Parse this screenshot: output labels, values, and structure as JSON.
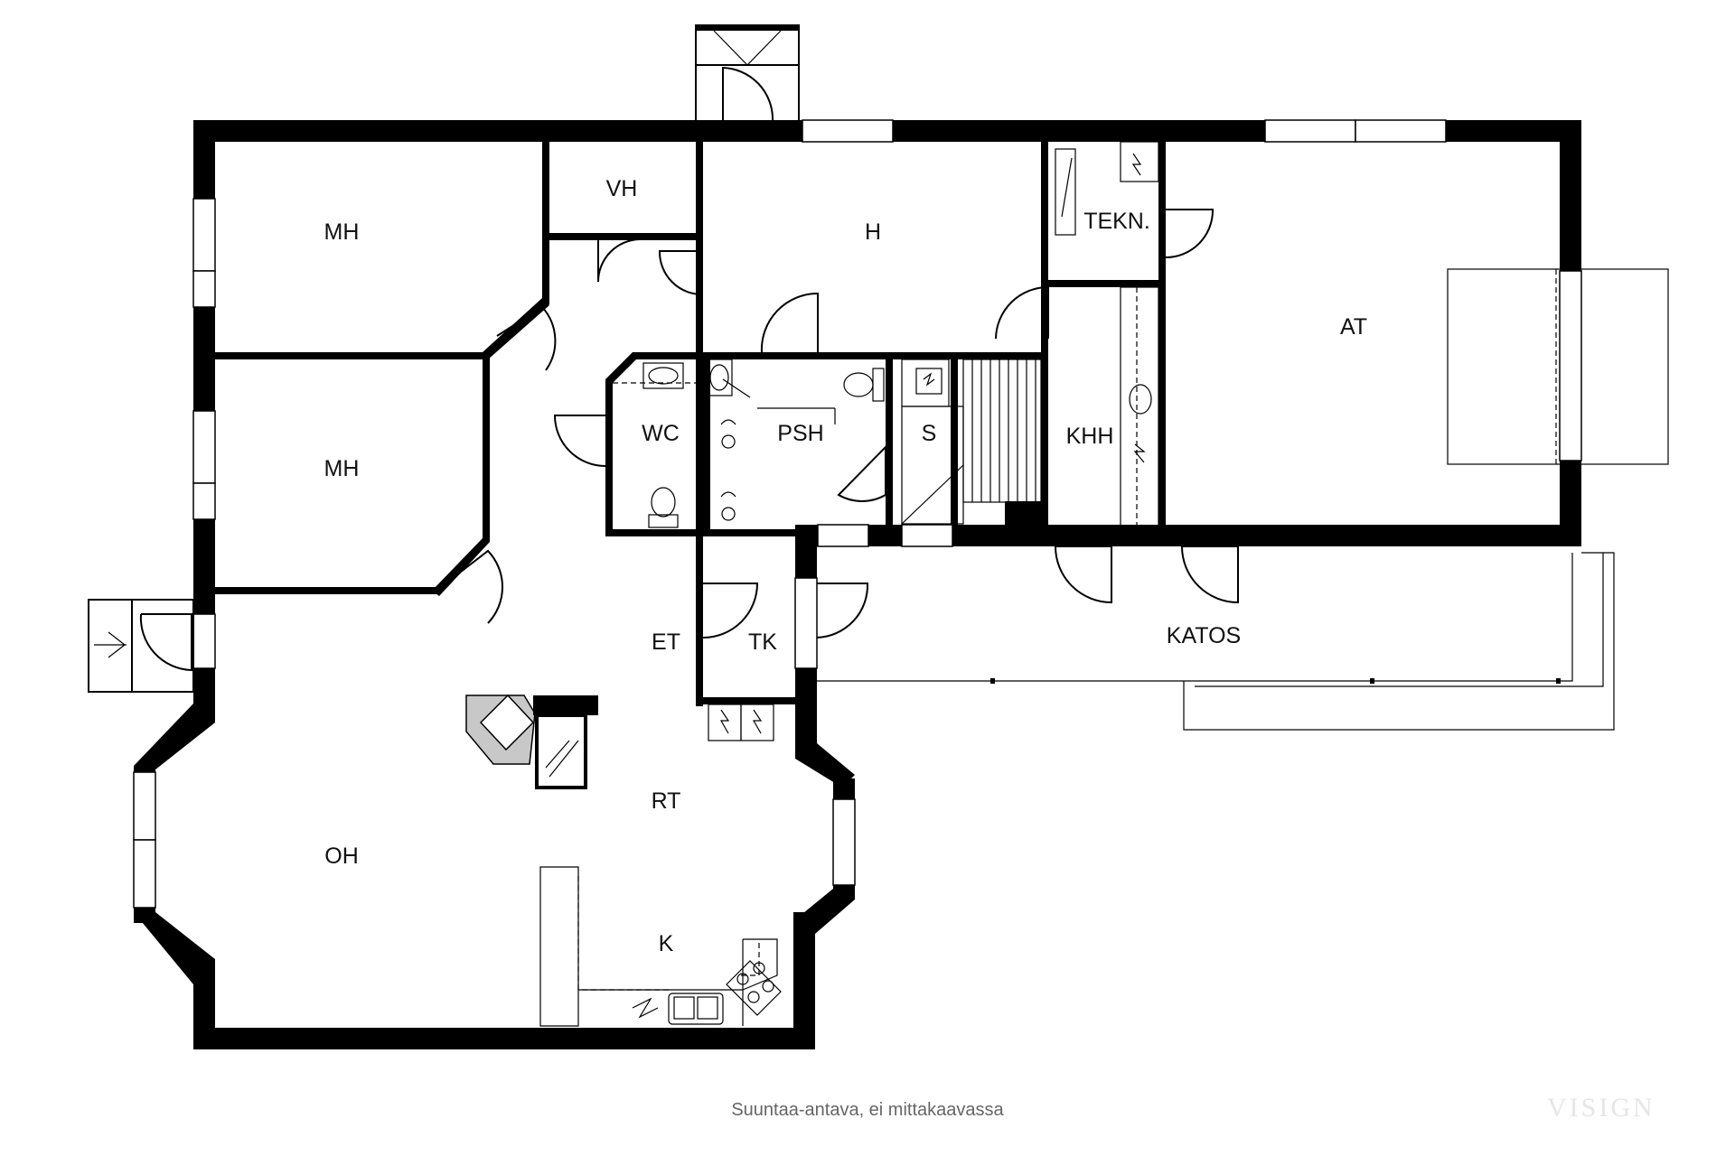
{
  "plan": {
    "rooms": [
      {
        "id": "mh1",
        "label": "MH"
      },
      {
        "id": "mh2",
        "label": "MH"
      },
      {
        "id": "vh",
        "label": "VH"
      },
      {
        "id": "h",
        "label": "H"
      },
      {
        "id": "tekn",
        "label": "TEKN."
      },
      {
        "id": "at",
        "label": "AT"
      },
      {
        "id": "wc",
        "label": "WC"
      },
      {
        "id": "psh",
        "label": "PSH"
      },
      {
        "id": "s",
        "label": "S"
      },
      {
        "id": "khh",
        "label": "KHH"
      },
      {
        "id": "et",
        "label": "ET"
      },
      {
        "id": "tk",
        "label": "TK"
      },
      {
        "id": "katos",
        "label": "KATOS"
      },
      {
        "id": "rt",
        "label": "RT"
      },
      {
        "id": "oh",
        "label": "OH"
      },
      {
        "id": "k",
        "label": "K"
      }
    ]
  },
  "footer": {
    "note": "Suuntaa-antava, ei mittakaavassa",
    "watermark": "VISIGN"
  }
}
